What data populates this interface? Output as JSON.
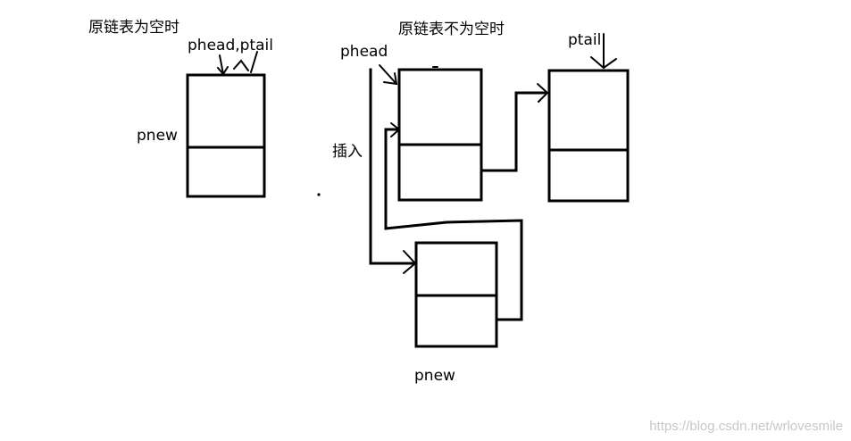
{
  "left": {
    "title": "原链表为空时",
    "pointer_label": "phead,ptail",
    "node_label": "pnew"
  },
  "right": {
    "title": "原链表不为空时",
    "phead_label": "phead",
    "ptail_label": "ptail",
    "insert_label": "插入",
    "pnew_label": "pnew"
  },
  "watermark": "https://blog.csdn.net/wrlovesmile"
}
